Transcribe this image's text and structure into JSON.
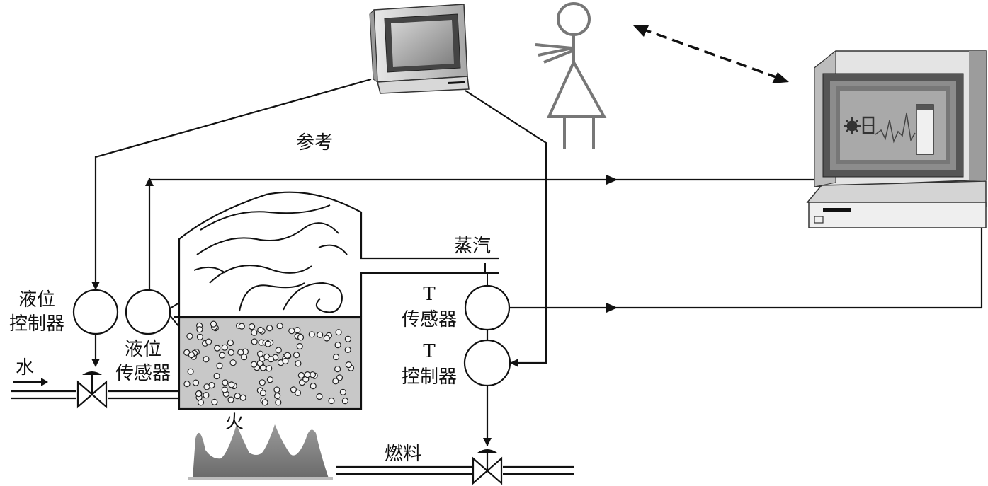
{
  "labels": {
    "reference": "参考",
    "steam": "蒸汽",
    "level_controller": [
      "液位",
      "控制器"
    ],
    "level_sensor": [
      "液位",
      "传感器"
    ],
    "water": "水",
    "fire": "火",
    "fuel": "燃料",
    "t_sensor": [
      "T",
      "传感器"
    ],
    "t_controller": [
      "T",
      "控制器"
    ]
  },
  "icons": {
    "operator_monitor": "crt-monitor-icon",
    "operator": "stick-figure-person-icon",
    "supervisory_station": "computer-workstation-icon",
    "interaction": "dashed-double-arrow-icon",
    "valve": "bowtie-valve-icon",
    "flame": "flame-icon"
  },
  "colors": {
    "ink": "#111111",
    "water_fill": "#c8c8c8",
    "screen_gray": "#8a8a8a",
    "flame_gray": "#7a7a7a"
  }
}
